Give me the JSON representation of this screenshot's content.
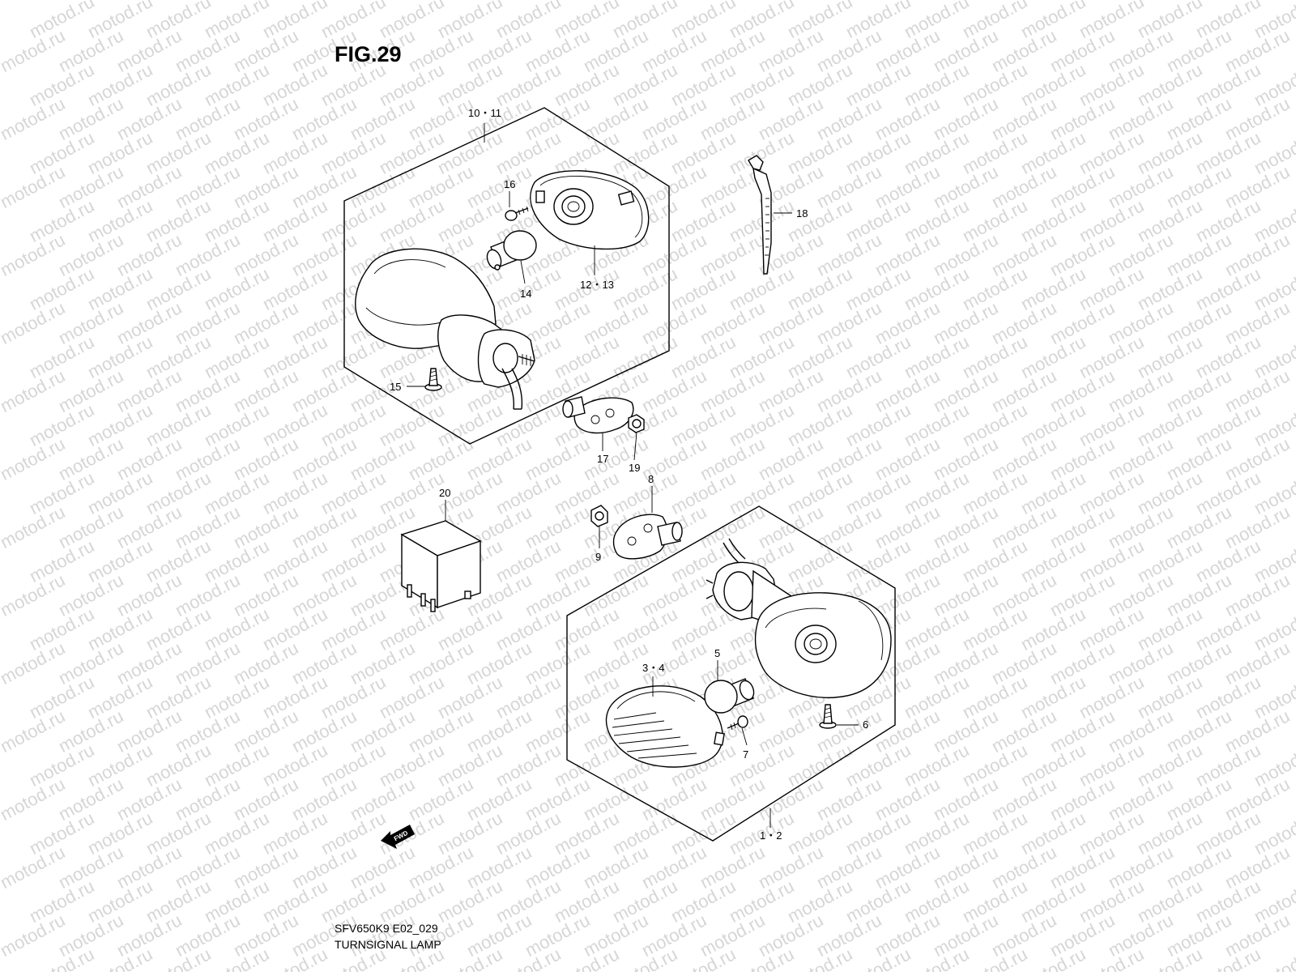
{
  "figure": {
    "title": "FIG.29",
    "model_code": "SFV650K9 E02_029",
    "name": "TURNSIGNAL LAMP",
    "watermark": "motod.ru",
    "direction_label": "FWD"
  },
  "callouts": {
    "c10_11": "10・11",
    "c16": "16",
    "c12_13": "12・13",
    "c14": "14",
    "c15": "15",
    "c18": "18",
    "c17": "17",
    "c19": "19",
    "c20": "20",
    "c8": "8",
    "c9": "9",
    "c3_4": "3・4",
    "c5": "5",
    "c6": "6",
    "c7": "7",
    "c1_2": "1・2"
  }
}
